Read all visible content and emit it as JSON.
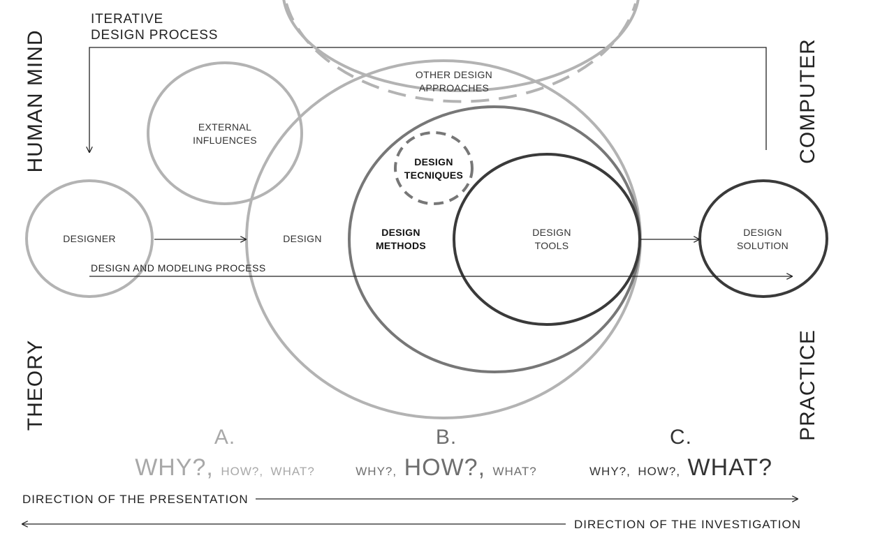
{
  "side_labels": {
    "top_left": "HUMAN MIND",
    "top_right": "COMPUTER",
    "bottom_left": "THEORY",
    "bottom_right": "PRACTICE"
  },
  "top_label": [
    "ITERATIVE",
    "DESIGN PROCESS"
  ],
  "nodes": {
    "designer": "DESIGNER",
    "external_influences": [
      "EXTERNAL",
      "INFLUENCES"
    ],
    "other_design_approaches": [
      "OTHER DESIGN",
      "APPROACHES"
    ],
    "design": "DESIGN",
    "design_techniques": [
      "DESIGN",
      "TECNIQUES"
    ],
    "design_methods": [
      "DESIGN",
      "METHODS"
    ],
    "design_tools": [
      "DESIGN",
      "TOOLS"
    ],
    "design_solution": [
      "DESIGN",
      "SOLUTION"
    ]
  },
  "process_label": "DESIGN AND MODELING PROCESS",
  "columns": [
    {
      "letter": "A.",
      "why": "WHY?,",
      "how": "HOW?,",
      "what": "WHAT?",
      "emphasis": "why",
      "color": "#a8a8a8"
    },
    {
      "letter": "B.",
      "why": "WHY?,",
      "how": "HOW?,",
      "what": "WHAT?",
      "emphasis": "how",
      "color": "#6e6e6e"
    },
    {
      "letter": "C.",
      "why": "WHY?,",
      "how": "HOW?,",
      "what": "WHAT?",
      "emphasis": "what",
      "color": "#333333"
    }
  ],
  "directions": {
    "presentation": "DIRECTION OF THE PRESENTATION",
    "investigation": "DIRECTION OF THE INVESTIGATION"
  },
  "colors": {
    "light_gray": "#b3b3b3",
    "mid_gray": "#777777",
    "dark_gray": "#3a3a3a",
    "arrow": "#222222"
  }
}
